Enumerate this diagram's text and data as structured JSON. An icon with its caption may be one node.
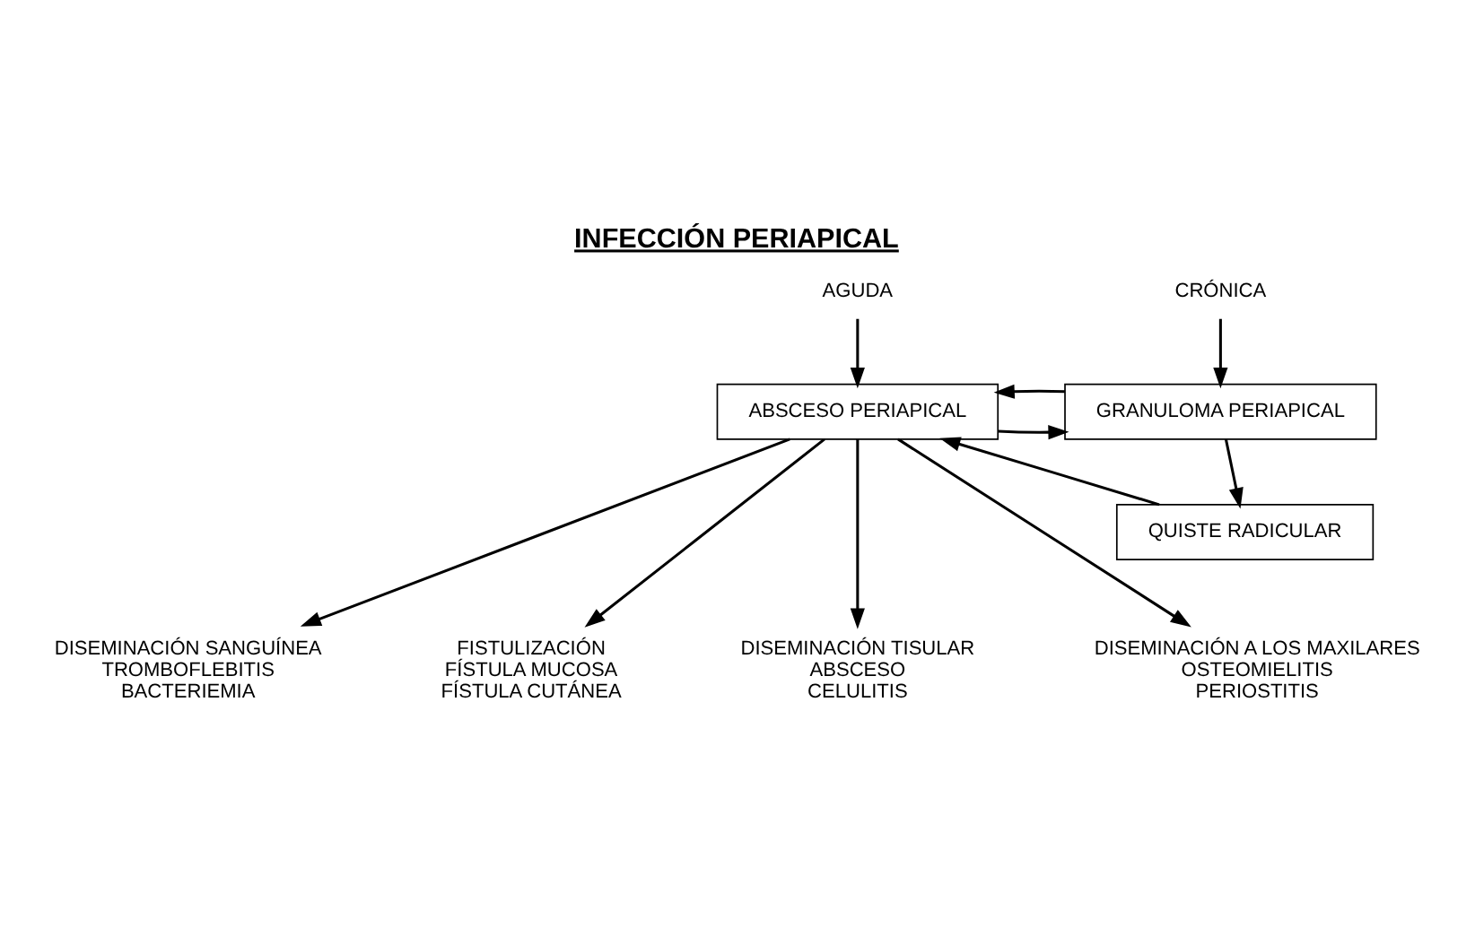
{
  "diagram": {
    "title": "INFECCIÓN PERIAPICAL",
    "nodes": [
      {
        "text": [
          "AGUDA"
        ]
      },
      {
        "text": [
          "CRÓNICA"
        ]
      },
      {
        "text": [
          "ABSCESO PERIAPICAL"
        ]
      },
      {
        "text": [
          "GRANULOMA PERIAPICAL"
        ]
      },
      {
        "text": [
          "QUISTE RADICULAR"
        ]
      },
      {
        "text": [
          "DISEMINACIÓN SANGUÍNEA",
          "TROMBOFLEBITIS",
          "BACTERIEMIA"
        ]
      },
      {
        "text": [
          "FISTULIZACIÓN",
          "FÍSTULA MUCOSA",
          "FÍSTULA CUTÁNEA"
        ]
      },
      {
        "text": [
          "DISEMINACIÓN TISULAR",
          "ABSCESO",
          "CELULITIS"
        ]
      },
      {
        "text": [
          "DISEMINACIÓN A LOS MAXILARES",
          "OSTEOMIELITIS",
          "PERIOSTITIS"
        ]
      }
    ],
    "edges": [
      {
        "from": 0,
        "to": 2,
        "arrow": "to"
      },
      {
        "from": 1,
        "to": 3,
        "arrow": "to"
      },
      {
        "from": 2,
        "to": 3,
        "arrow": "to"
      },
      {
        "from": 3,
        "to": 2,
        "arrow": "to"
      },
      {
        "from": 3,
        "to": 4,
        "arrow": "to"
      },
      {
        "from": 4,
        "to": 2,
        "arrow": "to"
      },
      {
        "from": 2,
        "to": 5,
        "arrow": "to"
      },
      {
        "from": 2,
        "to": 6,
        "arrow": "to"
      },
      {
        "from": 2,
        "to": 7,
        "arrow": "to"
      },
      {
        "from": 2,
        "to": 8,
        "arrow": "to"
      }
    ]
  }
}
